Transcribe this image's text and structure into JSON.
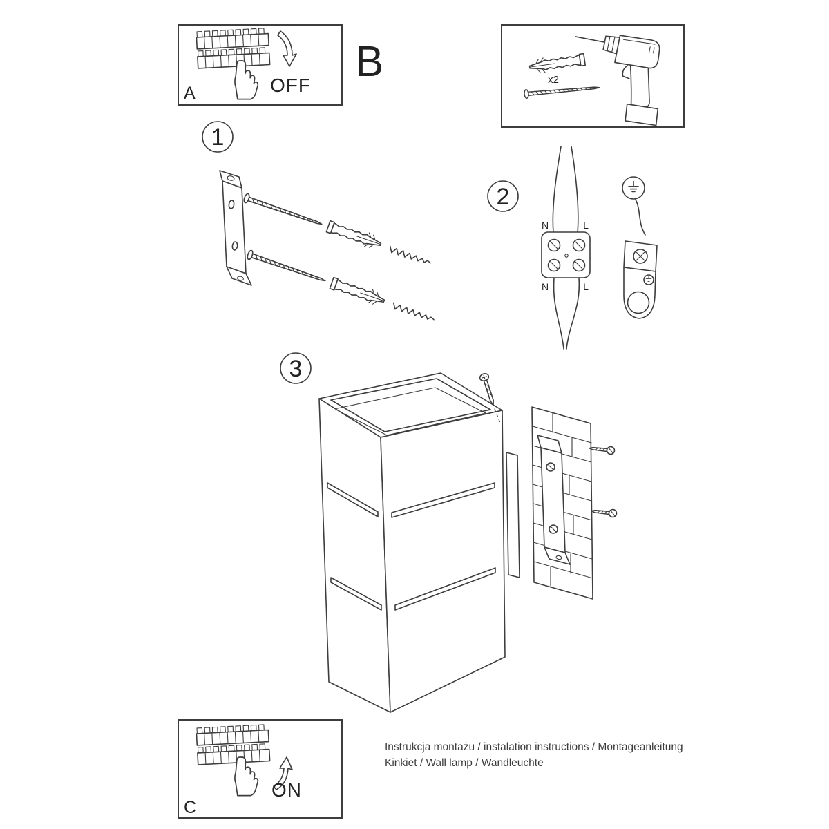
{
  "breaker_off": {
    "label": "A",
    "state": "OFF"
  },
  "tools": {
    "label": "B",
    "anchor_qty": "x2"
  },
  "step1": {
    "number": "1"
  },
  "step2": {
    "number": "2",
    "terminals": {
      "top_left": "N",
      "top_right": "L",
      "bottom_left": "N",
      "bottom_right": "L"
    }
  },
  "step3": {
    "number": "3"
  },
  "breaker_on": {
    "label": "C",
    "state": "ON"
  },
  "footer": {
    "line1": "Instrukcja montażu / instalation instructions / Montageanleitung",
    "line2": "Kinkiet / Wall lamp / Wandleuchte"
  },
  "colors": {
    "line": "#3d3d3d",
    "text": "#222222",
    "background": "#ffffff"
  }
}
